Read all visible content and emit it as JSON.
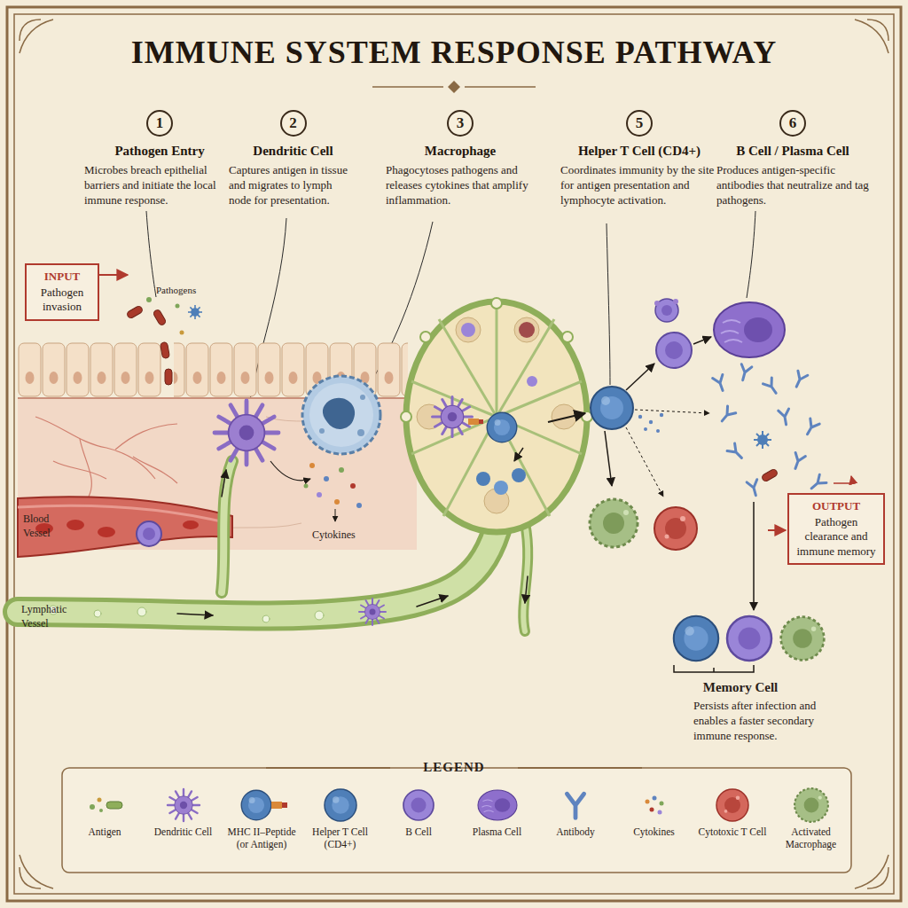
{
  "diagram": {
    "title": "IMMUNE SYSTEM RESPONSE PATHWAY",
    "nodes": [
      {
        "text": [
          "1",
          "Pathogen Entry",
          "Microbes breach epithelial barriers and initiate the local immune response."
        ]
      },
      {
        "text": [
          "2",
          "Dendritic Cell",
          "Captures antigen in tissue and migrates to lymph node for presentation."
        ]
      },
      {
        "text": [
          "3",
          "Macrophage",
          "Phagocytoses pathogens and releases cytokines that amplify inflammation."
        ]
      },
      {
        "text": [
          "5",
          "Helper T Cell (CD4+)",
          "Coordinates immunity by the site for antigen presentation and lymphocyte activation."
        ]
      },
      {
        "text": [
          "6",
          "B Cell / Plasma Cell",
          "Produces antigen-specific antibodies that neutralize and tag pathogens."
        ]
      },
      {
        "text": [
          "INPUT",
          "Pathogen invasion"
        ]
      },
      {
        "text": [
          "OUTPUT",
          "Pathogen clearance and immune memory"
        ]
      }
    ],
    "labels": [
      "Pathogens",
      "Blood Vessel",
      "Lymphatic Vessel",
      "Cytokines",
      "Memory Cell",
      "Persists after infection and enables a faster secondary immune response.",
      "LEGEND"
    ],
    "legend": [
      {
        "text": "Antigen"
      },
      {
        "text": "Dendritic Cell"
      },
      {
        "text": "MHC II–Peptide (or Antigen)"
      },
      {
        "text": "Helper T Cell (CD4+)"
      },
      {
        "text": "B Cell"
      },
      {
        "text": "Plasma Cell"
      },
      {
        "text": "Antibody"
      },
      {
        "text": "Cytokines"
      },
      {
        "text": "Cytotoxic T Cell"
      },
      {
        "text": "Activated Macrophage"
      }
    ]
  }
}
